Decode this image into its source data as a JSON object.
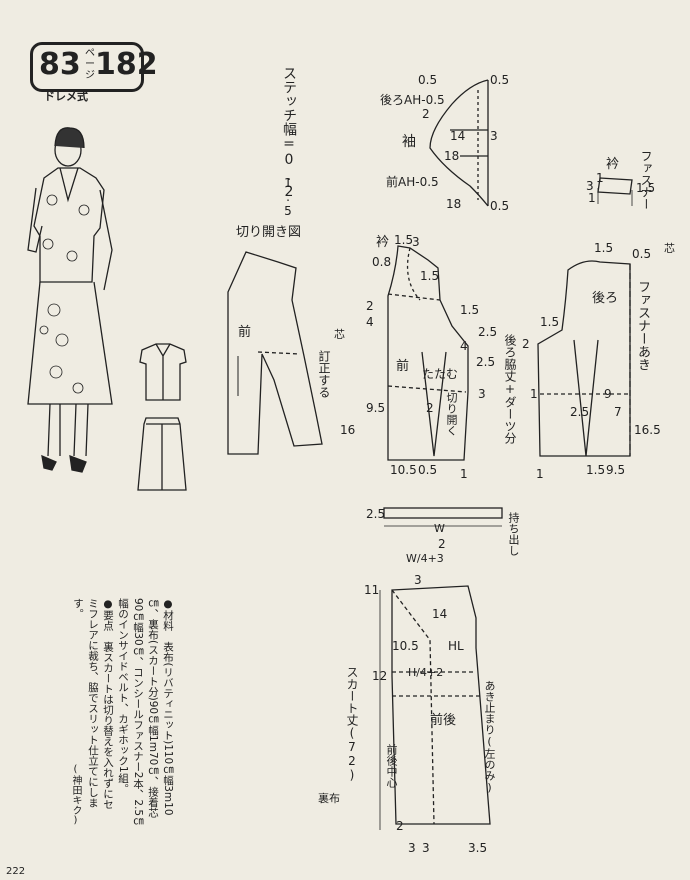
{
  "header": {
    "pattern_number": "83",
    "page_label": "ページ",
    "page_number": "182",
    "method": "ドレメ式"
  },
  "labels": {
    "stitch_width": "ステッチ幅=0.2",
    "stitch_value": "1.5",
    "slash_diagram": "切り開き図",
    "back_armhole": "後ろAH-0.5",
    "front_armhole": "前AH-0.5",
    "sleeve": "袖",
    "collar": "衿",
    "zipper": "ファスナー",
    "zipper_opening": "ファスナーあき",
    "interfacing": "芯",
    "correction": "訂正する",
    "front": "前",
    "back": "後ろ",
    "fold": "たたむ",
    "slash_open": "切り開く",
    "side_dart_note": "後ろ脇丈+ダーツ分",
    "extension": "持ち出し",
    "waist_calc": "W/4+3",
    "hip_calc": "H/4+2",
    "hl": "HL",
    "skirt_length": "スカート丈(72)",
    "front_back": "前後",
    "cf_cb": "前後中心",
    "lining": "裏布",
    "opening_stop": "あき止まり(左のみ)",
    "w": "W"
  },
  "nums": {
    "n05": "0.5",
    "n2": "2",
    "n14": "14",
    "n3": "3",
    "n18": "18",
    "n1": "1",
    "n15": "1.5",
    "n08": "0.8",
    "n4": "4",
    "n25": "2.5",
    "n95": "9.5",
    "n16": "16",
    "n105": "10.5",
    "n165": "16.5",
    "n11": "11",
    "n12": "12",
    "n7": "7",
    "n9": "9",
    "n35": "3.5"
  },
  "notes": {
    "lines": [
      "●材料　表布(リバティニット)110㎝幅3m10",
      "㎝、裏布(スカート分)90㎝幅1m70㎝、接着芯",
      "90㎝幅30㎝、コンシールファスナー2本、2.5㎝",
      "幅のインサイドベルト、カギホック1組。",
      "●要点　裏スカートは切り替えを入れずにセ",
      "ミフレアに裁ち、脇でスリット仕立てにしま",
      "す。"
    ],
    "credit": "(神田キク)"
  },
  "page_number_bottom": "222"
}
